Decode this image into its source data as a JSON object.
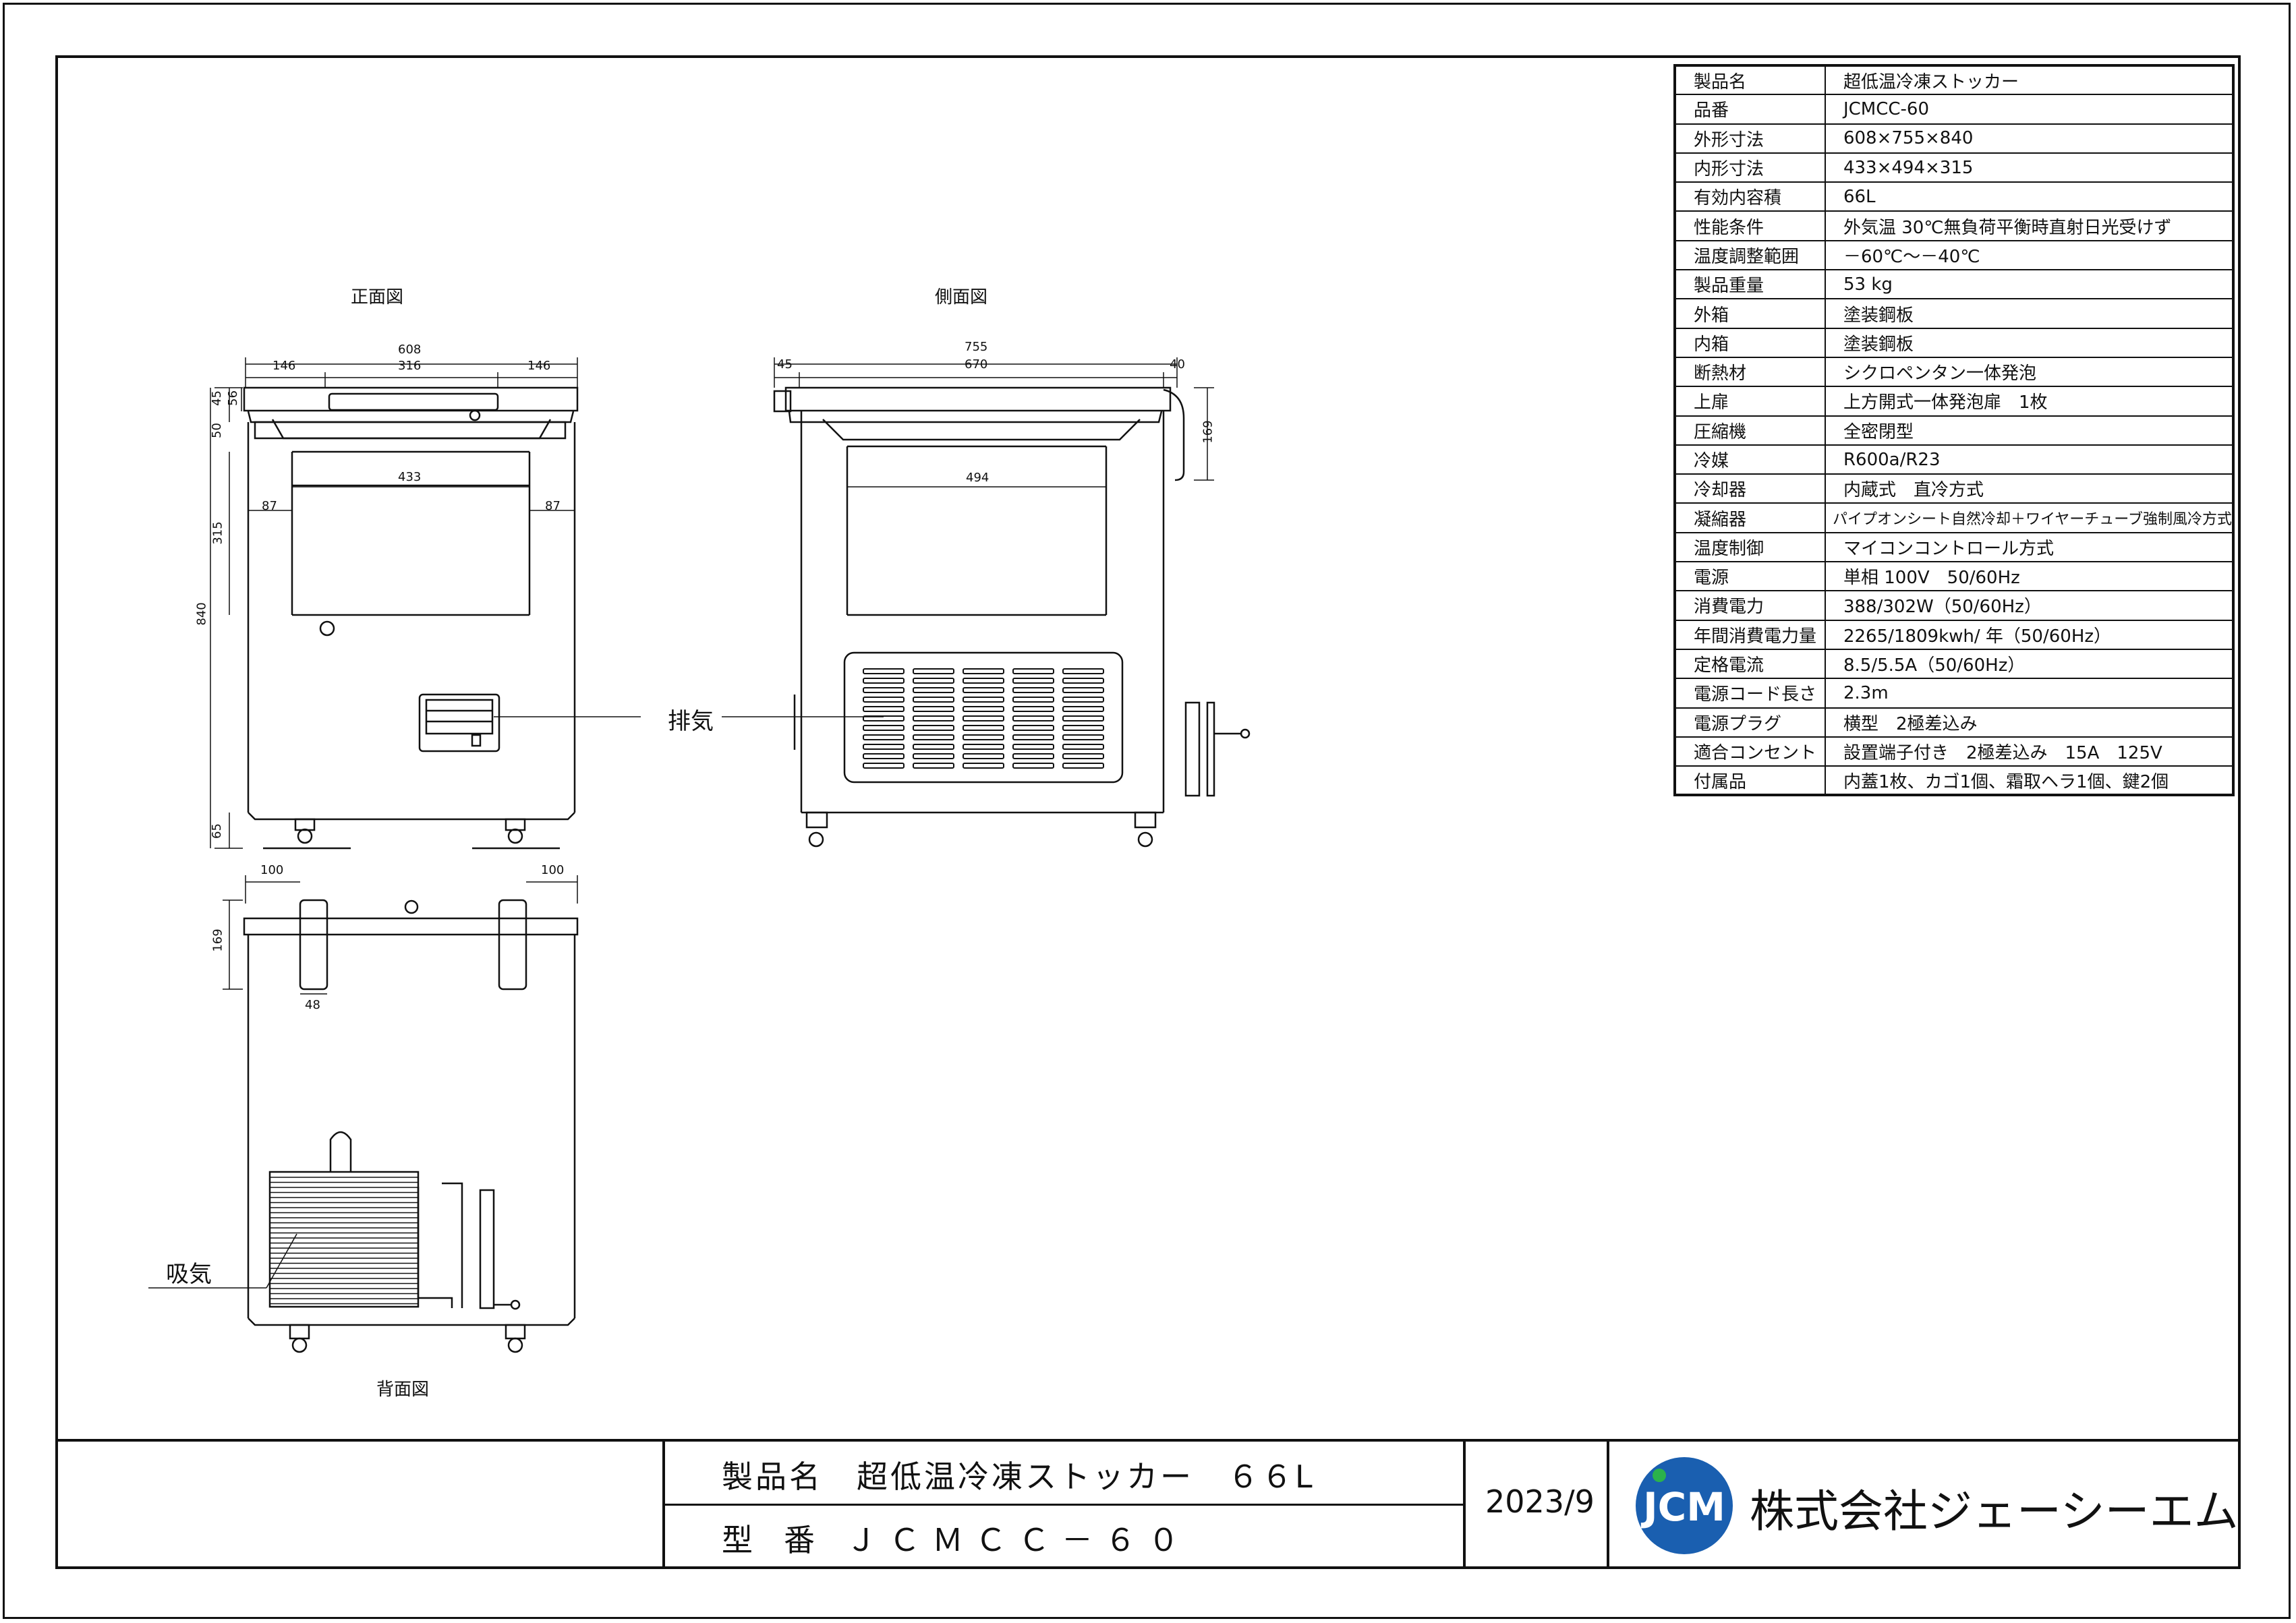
{
  "views": {
    "front": "正面図",
    "side": "側面図",
    "back": "背面図"
  },
  "annotations": {
    "exhaust": "排気",
    "intake": "吸気"
  },
  "dimensions": {
    "front_width": "608",
    "front_left": "146",
    "front_center": "316",
    "front_right": "146",
    "front_inner_width": "433",
    "front_inner_left": "87",
    "front_inner_right": "87",
    "front_height": "840",
    "front_top_a": "45",
    "front_top_b": "56",
    "front_lid": "50",
    "front_inner_height": "315",
    "front_base": "65",
    "side_depth": "755",
    "side_left": "45",
    "side_center": "670",
    "side_right": "40",
    "side_inner_depth": "494",
    "side_hinge": "169",
    "back_left": "100",
    "back_right": "100",
    "back_hinge_h": "169",
    "back_hinge_w": "48"
  },
  "spec_table": [
    {
      "k": "製品名",
      "v": "超低温冷凍ストッカー"
    },
    {
      "k": "品番",
      "v": "JCMCC-60"
    },
    {
      "k": "外形寸法",
      "v": "608×755×840"
    },
    {
      "k": "内形寸法",
      "v": "433×494×315"
    },
    {
      "k": "有効内容積",
      "v": "66L"
    },
    {
      "k": "性能条件",
      "v": "外気温 30℃無負荷平衡時直射日光受けず"
    },
    {
      "k": "温度調整範囲",
      "v": "－60℃～－40℃"
    },
    {
      "k": "製品重量",
      "v": "53 kg"
    },
    {
      "k": "外箱",
      "v": "塗装鋼板"
    },
    {
      "k": "内箱",
      "v": "塗装鋼板"
    },
    {
      "k": "断熱材",
      "v": "シクロペンタン一体発泡"
    },
    {
      "k": "上扉",
      "v": "上方開式一体発泡扉　1枚"
    },
    {
      "k": "圧縮機",
      "v": "全密閉型"
    },
    {
      "k": "冷媒",
      "v": "R600a/R23"
    },
    {
      "k": "冷却器",
      "v": "内蔵式　直冷方式"
    },
    {
      "k": "凝縮器",
      "v": "パイプオンシート自然冷却＋ワイヤーチューブ強制風冷方式"
    },
    {
      "k": "温度制御",
      "v": "マイコンコントロール方式"
    },
    {
      "k": "電源",
      "v": "単相 100V　50/60Hz"
    },
    {
      "k": "消費電力",
      "v": "388/302W（50/60Hz）"
    },
    {
      "k": "年間消費電力量",
      "v": "2265/1809kwh/ 年（50/60Hz）"
    },
    {
      "k": "定格電流",
      "v": "8.5/5.5A（50/60Hz）"
    },
    {
      "k": "電源コード長さ",
      "v": "2.3m"
    },
    {
      "k": "電源プラグ",
      "v": "横型　2極差込み"
    },
    {
      "k": "適合コンセント",
      "v": "設置端子付き　2極差込み　15A　125V"
    },
    {
      "k": "付属品",
      "v": "内蓋1枚、カゴ1個、霜取ヘラ1個、鍵2個"
    }
  ],
  "title_block": {
    "product_label": "製品名",
    "product_name": "超低温冷凍ストッカー　６６L",
    "model_label": "型　番",
    "model": "ＪＣＭＣＣ－６０",
    "date": "2023/9",
    "logo_text": "JCM",
    "company": "株式会社ジェーシーエム"
  },
  "colors": {
    "line": "#111111",
    "logo_blue": "#1a5fb0",
    "logo_green": "#2bb24c"
  }
}
